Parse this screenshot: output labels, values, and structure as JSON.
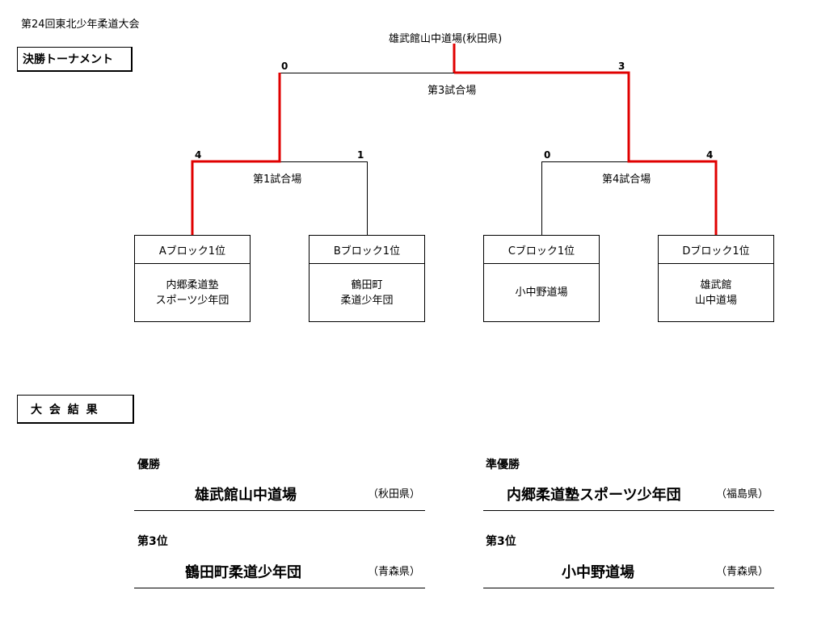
{
  "page_title": "第24回東北少年柔道大会",
  "section_final": "決勝トーナメント",
  "section_results": "大 会 結 果",
  "champion_top": "雄武館山中道場(秋田県)",
  "colors": {
    "winner_line": "#e00000",
    "line": "#000000"
  },
  "matches": {
    "final": {
      "label": "第3試合場",
      "left_score": "0",
      "right_score": "3"
    },
    "semi_left": {
      "label": "第1試合場",
      "left_score": "4",
      "right_score": "1"
    },
    "semi_right": {
      "label": "第4試合場",
      "left_score": "0",
      "right_score": "4"
    }
  },
  "teams": [
    {
      "block": "Aブロック1位",
      "line1": "内郷柔道塾",
      "line2": "スポーツ少年団"
    },
    {
      "block": "Bブロック1位",
      "line1": "鶴田町",
      "line2": "柔道少年団"
    },
    {
      "block": "Cブロック1位",
      "line1": "小中野道場",
      "line2": ""
    },
    {
      "block": "Dブロック1位",
      "line1": "雄武館",
      "line2": "山中道場"
    }
  ],
  "results": {
    "winner": {
      "label": "優勝",
      "name": "雄武館山中道場",
      "pref": "（秋田県）"
    },
    "runner_up": {
      "label": "準優勝",
      "name": "内郷柔道塾スポーツ少年団",
      "pref": "（福島県）"
    },
    "third_a": {
      "label": "第3位",
      "name": "鶴田町柔道少年団",
      "pref": "（青森県）"
    },
    "third_b": {
      "label": "第3位",
      "name": "小中野道場",
      "pref": "（青森県）"
    }
  }
}
